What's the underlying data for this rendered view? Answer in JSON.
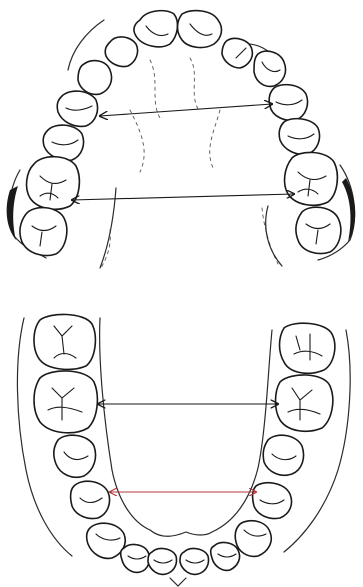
{
  "figure": {
    "arches": [
      {
        "id": "upper",
        "teeth_per_side": 7,
        "width_lines": 2
      },
      {
        "id": "lower",
        "teeth_per_side": 7,
        "width_lines": 2
      }
    ],
    "colors": {
      "ink": "#1a1a1a",
      "background": "#ffffff",
      "accent_line": "#b23a3a"
    }
  }
}
